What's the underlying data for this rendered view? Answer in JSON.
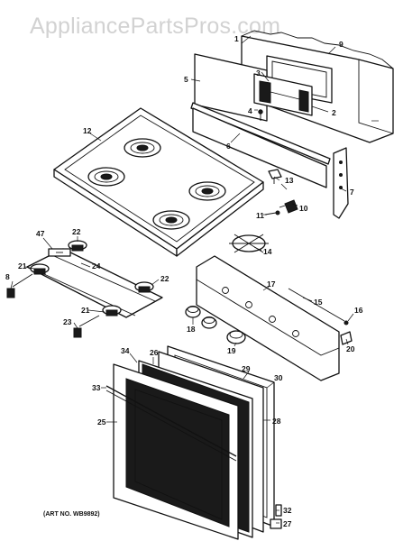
{
  "watermark": "AppliancePartsPros.com",
  "art_number": "(ART NO. WB9892)",
  "callouts": [
    "1",
    "2",
    "3",
    "4",
    "5",
    "6",
    "7",
    "8",
    "9",
    "10",
    "11",
    "12",
    "13",
    "14",
    "15",
    "16",
    "17",
    "18",
    "19",
    "20",
    "21",
    "21",
    "22",
    "22",
    "23",
    "24",
    "25",
    "26",
    "27",
    "28",
    "29",
    "30",
    "32",
    "33",
    "34",
    "47"
  ]
}
